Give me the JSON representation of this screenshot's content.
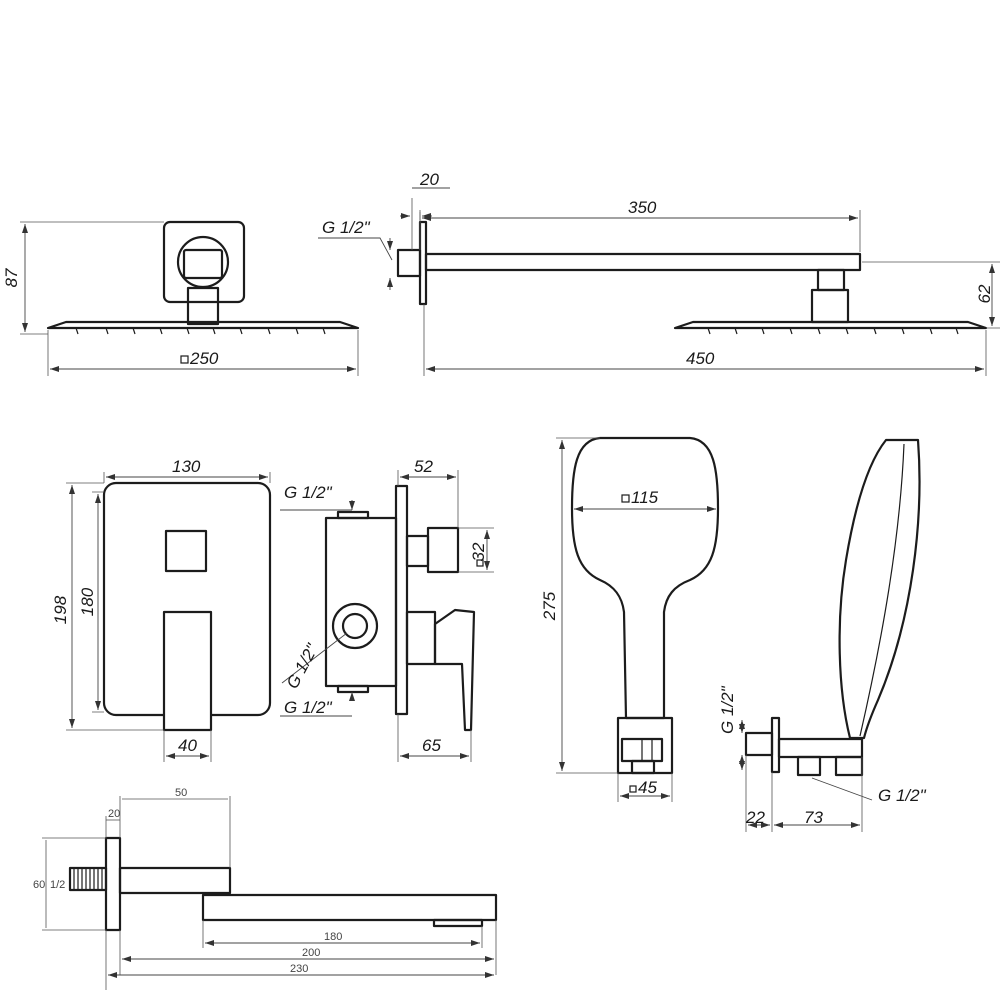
{
  "diagram": {
    "rain_shower_front": {
      "height_label": "87",
      "size_label": "250"
    },
    "rain_shower_side": {
      "flange_label": "20",
      "arm_length_label": "350",
      "thread_label": "G 1/2\"",
      "height_label": "62",
      "overall_length_label": "450"
    },
    "mixer_front": {
      "width_label": "130",
      "plate_height_label": "198",
      "body_height_label": "180",
      "lever_width_label": "40"
    },
    "mixer_side": {
      "depth_label": "52",
      "top_thread_label": "G 1/2\"",
      "cartridge_label": "32",
      "side_thread_label": "G 1/2\"",
      "bottom_thread_label": "G 1/2\"",
      "lever_depth_label": "65"
    },
    "hand_shower": {
      "height_label": "275",
      "head_label": "115",
      "base_label": "45"
    },
    "holder": {
      "thread_label": "G 1/2\"",
      "outlet_thread_label": "G 1/2\"",
      "depth_label": "22",
      "length_label": "73"
    },
    "spout": {
      "depth_label": "50",
      "flange_label": "20",
      "height_label": "60",
      "thread_label": "1/2",
      "reach_label": "180",
      "mid_label": "200",
      "overall_label": "230"
    }
  }
}
